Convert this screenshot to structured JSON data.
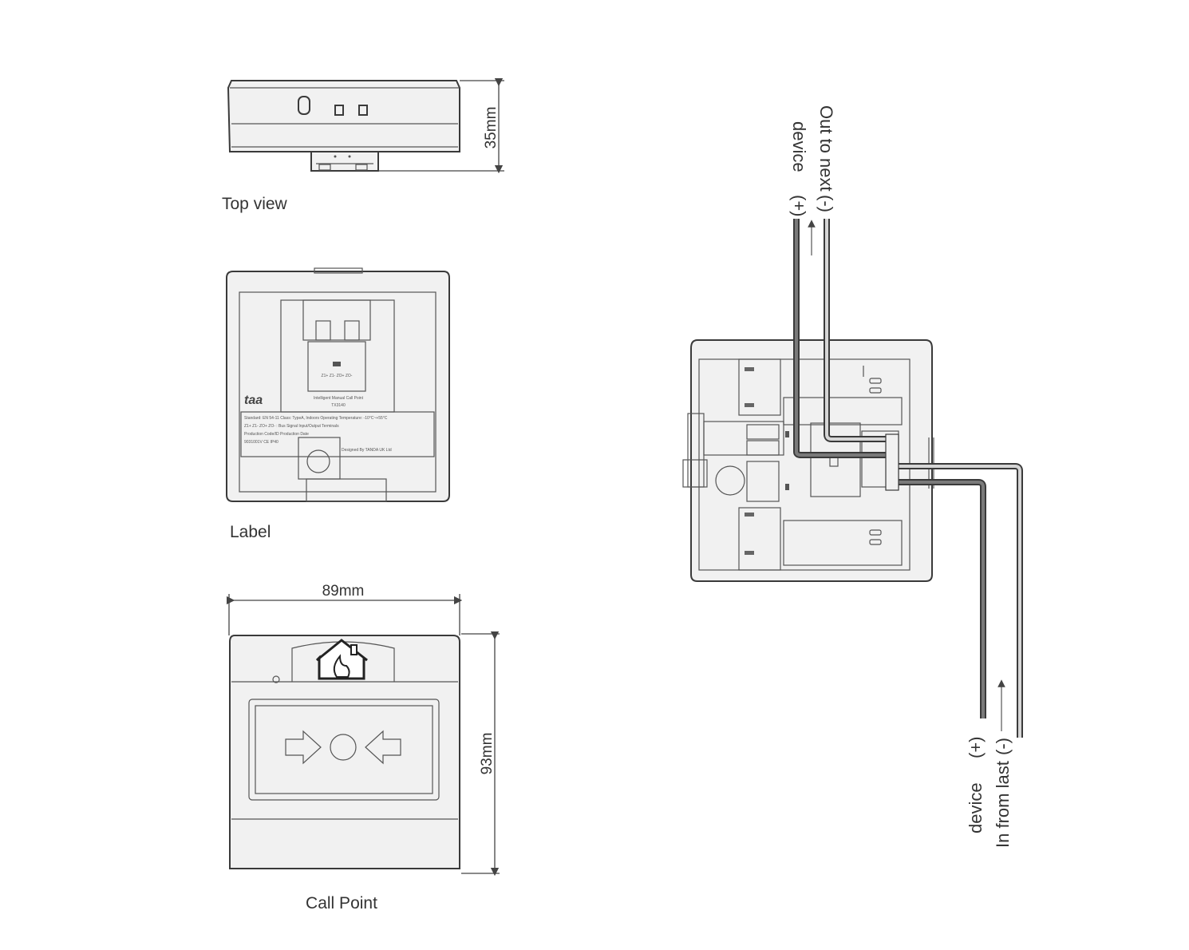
{
  "views": {
    "top_view_caption": "Top view",
    "label_caption": "Label",
    "call_point_caption": "Call Point"
  },
  "dimensions": {
    "depth": "35mm",
    "width": "89mm",
    "height": "93mm"
  },
  "label_sticker": {
    "logo": "taa",
    "terminals": "Z1+  Z1-  ZO+  ZO-",
    "product_name": "Intelligent Manual Call Point",
    "model": "TX3140",
    "line1": "Standard: EN 54-11   Class: TypeA, Indoors   Operating Temperature: -10°C~+55°C",
    "line2": "Z1+  Z1-  ZO+  ZO- : Bus Signal Input/Output Terminals",
    "line3": "Production Code/ID                     Production Date",
    "line4": "9031001V              CE        IP40",
    "line5": "Designed By TANDA UK Ltd"
  },
  "wiring": {
    "out_polarity_neg": "(-)",
    "out_polarity_pos": "(+)",
    "out_line1": "Out to next",
    "out_line2": "device",
    "in_polarity_neg": "(-)",
    "in_polarity_pos": "(+)",
    "in_line1": "In from last",
    "in_line2": "device"
  },
  "colors": {
    "line": "#3a3a3a",
    "fill": "#f1f1f1",
    "wire_dark": "#7a7a7a",
    "wire_light": "#d6d6d6"
  }
}
